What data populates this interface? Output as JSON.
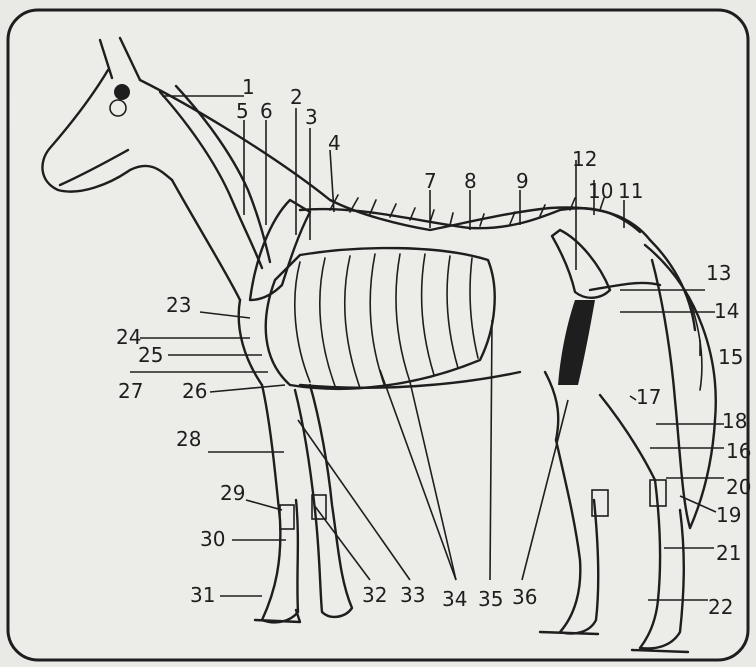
{
  "diagram": {
    "subject": "horse-skeleton",
    "ink_color": "#1e1e1e",
    "paper_color": "#e9e9e6",
    "labels": [
      "1",
      "2",
      "3",
      "4",
      "5",
      "6",
      "7",
      "8",
      "9",
      "10",
      "11",
      "12",
      "13",
      "14",
      "15",
      "16",
      "17",
      "18",
      "19",
      "20",
      "21",
      "22",
      "23",
      "24",
      "25",
      "26",
      "27",
      "28",
      "29",
      "30",
      "31",
      "32",
      "33",
      "34",
      "35",
      "36"
    ]
  }
}
